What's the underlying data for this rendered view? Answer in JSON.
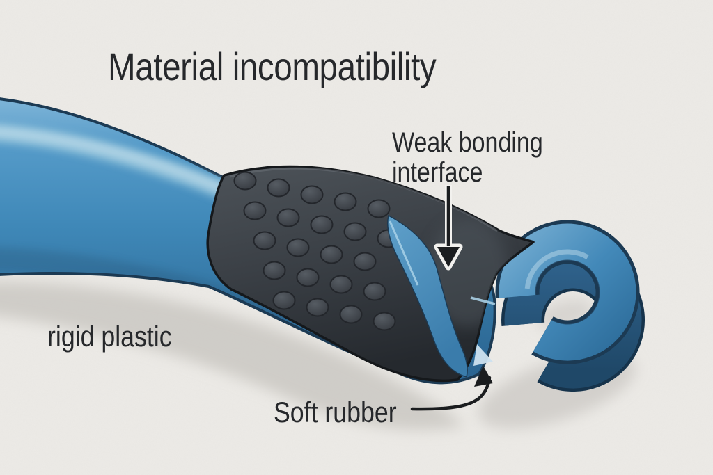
{
  "title": "Material incompatibility",
  "labels": {
    "weak_bonding_line1": "Weak bonding",
    "weak_bonding_line2": "interface",
    "rigid_plastic": "rigid plastic",
    "soft_rubber": "Soft rubber"
  },
  "icons": {
    "weak_bonding_arrow": "arrow-down",
    "soft_rubber_arrow": "arrow-curved-up"
  },
  "colors": {
    "background": "#ECEAE6",
    "text": "#26282B",
    "plastic_blue": "#4189B9",
    "plastic_blue_light": "#8FC2DF",
    "plastic_blue_dark": "#2E6B97",
    "outline_navy": "#1C3A53",
    "rubber_dark": "#3A3F45",
    "rubber_shadow": "#24282D",
    "rubber_outline": "#15181B",
    "drop_shadow": "#C3C0BB",
    "arrow_black": "#1B1D1F",
    "arrow_outline_white": "#F2F1EE"
  }
}
